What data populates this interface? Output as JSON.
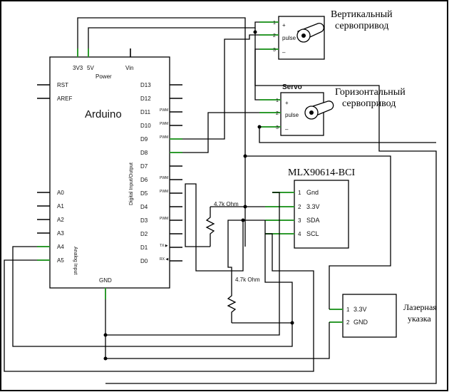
{
  "arduino": {
    "name": "Arduino",
    "power_label": "Power",
    "top_pins": [
      "3V3",
      "5V",
      "Vin"
    ],
    "left_pins": [
      "RST",
      "AREF"
    ],
    "analog_pins": [
      "A0",
      "A1",
      "A2",
      "A3",
      "A4",
      "A5"
    ],
    "analog_label": "Analog Input",
    "digital_label": "Digital Input/Output",
    "digital_pins": [
      "D13",
      "D12",
      "D11",
      "D10",
      "D9",
      "D8",
      "D7",
      "D6",
      "D5",
      "D4",
      "D3",
      "D2",
      "D1",
      "D0"
    ],
    "pwm_label": "PWM",
    "tx_label": "TX ▶",
    "rx_label": "RX ◀",
    "gnd_label": "GND"
  },
  "servo_vertical": {
    "title": "Вертикальный сервопривод",
    "title_lines": [
      "Вертикальный",
      "сервопривод"
    ],
    "pin_numbers": [
      "1",
      "2",
      "3"
    ],
    "pin_labels": [
      "+",
      "pulse",
      "–"
    ]
  },
  "servo_horizontal": {
    "header": "Servo",
    "title_lines": [
      "Горизонтальный",
      "сервопривод"
    ],
    "pin_numbers": [
      "1",
      "2",
      "3"
    ],
    "pin_labels": [
      "+",
      "pulse",
      "–"
    ]
  },
  "sensor": {
    "title": "MLX90614-BCI",
    "pin_numbers": [
      "1",
      "2",
      "3",
      "4"
    ],
    "pin_labels": [
      "Gnd",
      "3.3V",
      "SDA",
      "SCL"
    ]
  },
  "resistors": {
    "r1_label": "4.7k Ohm",
    "r2_label": "4.7k Ohm"
  },
  "laser": {
    "title_lines": [
      "Лазерная",
      "указка"
    ],
    "pin_numbers": [
      "1",
      "2"
    ],
    "pin_labels": [
      "3.3V",
      "GND"
    ]
  },
  "colors": {
    "wire": "#000000",
    "pin_stub": "#2e9a2e",
    "background": "#ffffff"
  }
}
